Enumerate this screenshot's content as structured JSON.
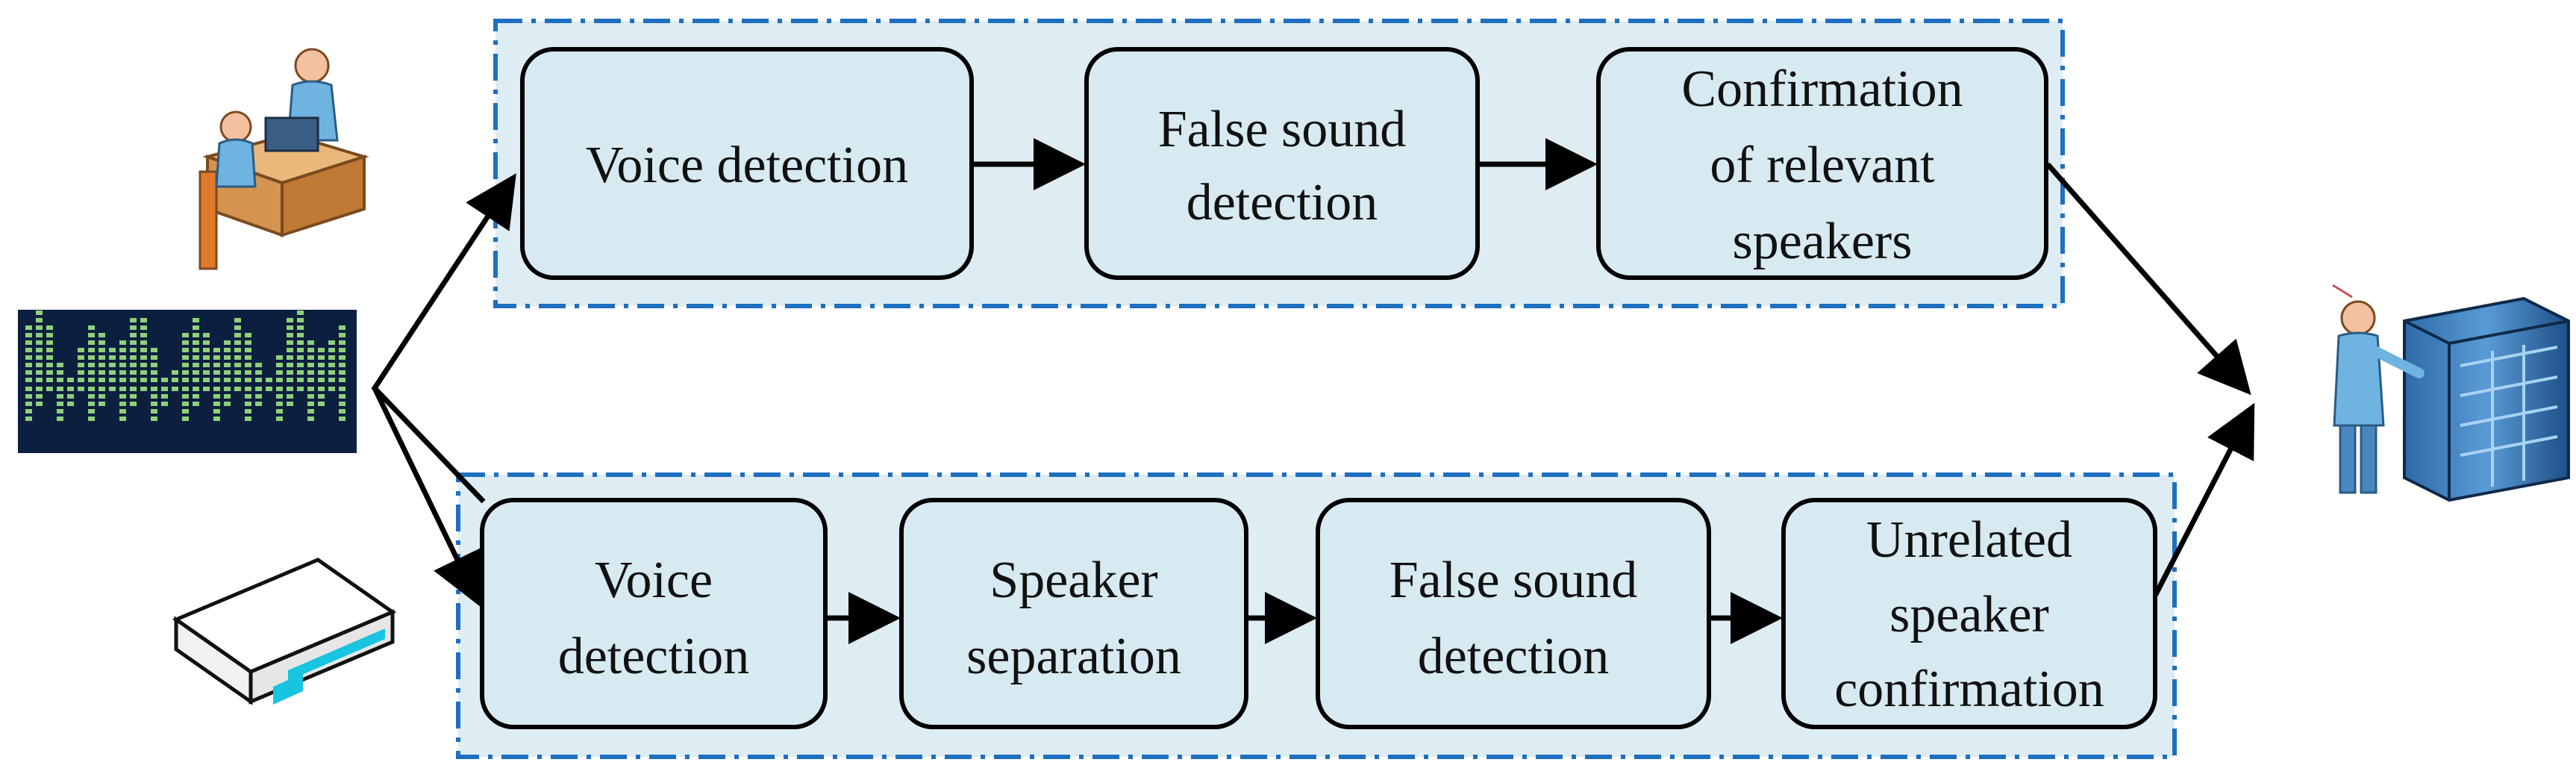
{
  "top_pipeline": {
    "steps": [
      {
        "lines": [
          "Voice detection"
        ]
      },
      {
        "lines": [
          "False sound",
          "detection"
        ]
      },
      {
        "lines": [
          "Confirmation",
          "of relevant",
          "speakers"
        ]
      }
    ]
  },
  "bottom_pipeline": {
    "steps": [
      {
        "lines": [
          "Voice",
          "detection"
        ]
      },
      {
        "lines": [
          "Speaker",
          "separation"
        ]
      },
      {
        "lines": [
          "False sound",
          "detection"
        ]
      },
      {
        "lines": [
          "Unrelated",
          "speaker",
          "confirmation"
        ]
      }
    ]
  },
  "icons": {
    "left_top": "people-at-desk-icon",
    "left_middle": "audio-waveform-icon",
    "left_bottom": "recorder-device-icon",
    "right": "operator-with-server-icon"
  },
  "colors": {
    "frame_stroke": "#1f6fc0",
    "frame_fill": "#deedf3",
    "box_fill": "#d8eaf1",
    "box_stroke": "#000000",
    "waveform_bg": "#0c1f3f",
    "waveform_bars": "#8fd07a"
  }
}
